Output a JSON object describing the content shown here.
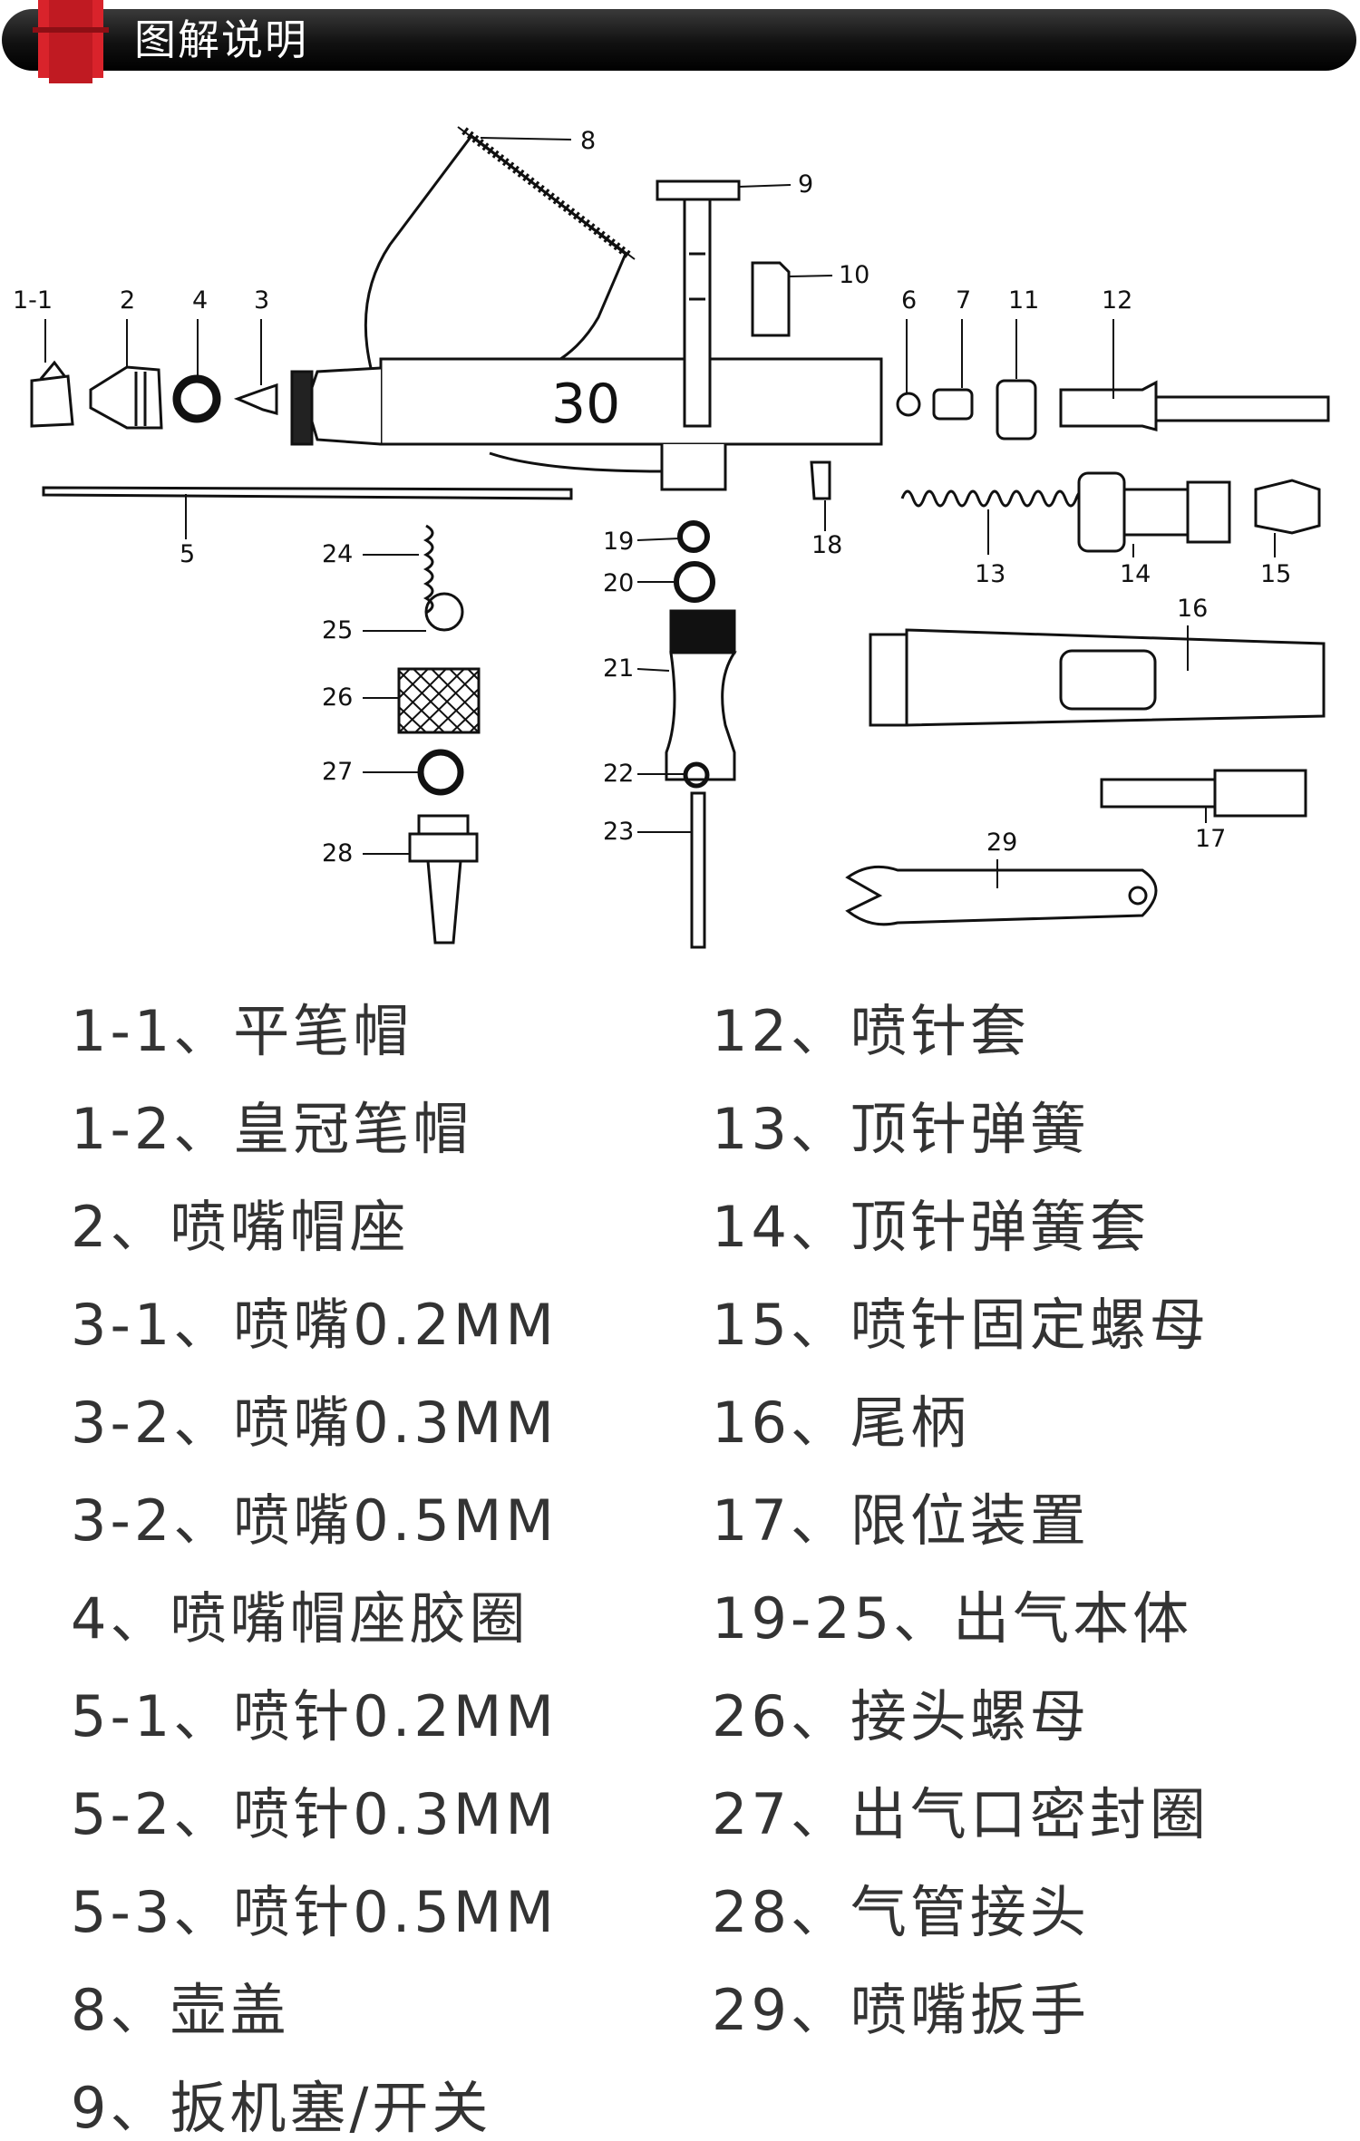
{
  "header": {
    "title": "图解说明"
  },
  "diagram": {
    "body_label": "30",
    "callouts": [
      "8",
      "9",
      "10",
      "1-1",
      "2",
      "4",
      "3",
      "6",
      "7",
      "11",
      "12",
      "5",
      "24",
      "19",
      "20",
      "18",
      "13",
      "14",
      "15",
      "25",
      "16",
      "21",
      "26",
      "27",
      "22",
      "17",
      "23",
      "29",
      "28"
    ]
  },
  "legend": {
    "left": [
      "1-1、平笔帽",
      "1-2、皇冠笔帽",
      "2、喷嘴帽座",
      "3-1、喷嘴0.2MM",
      "3-2、喷嘴0.3MM",
      "3-2、喷嘴0.5MM",
      "4、喷嘴帽座胶圈",
      "5-1、喷针0.2MM",
      "5-2、喷针0.3MM",
      "5-3、喷针0.5MM",
      "8、壶盖",
      "9、扳机塞/开关"
    ],
    "right": [
      "12、喷针套",
      "13、顶针弹簧",
      "14、顶针弹簧套",
      "15、喷针固定螺母",
      "16、尾柄",
      "17、限位装置",
      "19-25、出气本体",
      "26、接头螺母",
      "27、出气口密封圈",
      "28、气管接头",
      "29、喷嘴扳手"
    ]
  },
  "colors": {
    "header_bg": "#111111",
    "accent": "#d9232b",
    "line": "#111111",
    "text": "#333333"
  }
}
